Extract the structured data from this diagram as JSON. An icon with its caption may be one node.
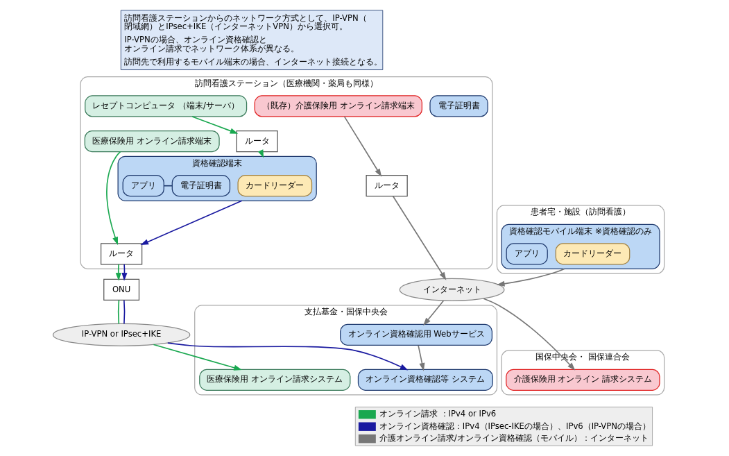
{
  "diagram": {
    "nodes": [
      {
        "text": [
          "訪問看護ステーション（医療機関・薬局も同様）"
        ]
      },
      {
        "text": [
          "医療保険用 オンライン請求端末"
        ],
        "in": 0
      },
      {
        "text": [
          "資格確認端末"
        ],
        "in": 0
      },
      {
        "text": [
          "カードリーダー"
        ],
        "in": 2
      },
      {
        "text": [
          "アプリ"
        ],
        "in": 2
      },
      {
        "text": [
          "電子証明書"
        ],
        "in": 2
      },
      {
        "text": [
          "ルータ"
        ],
        "in": 0
      },
      {
        "text": [
          "ルータ"
        ],
        "in": 0
      },
      {
        "text": [
          "レセプトコンピュータ （端末/サーバ）"
        ],
        "in": 0
      },
      {
        "text": [
          "（既存）介護保険用 オンライン請求端末"
        ],
        "in": 0
      },
      {
        "text": [
          "電子証明書"
        ],
        "in": 0
      },
      {
        "text": [
          "ルータ"
        ],
        "in": 0
      },
      {
        "text": [
          "ONU"
        ]
      },
      {
        "text": [
          "IP-VPN or IPsec+IKE"
        ]
      },
      {
        "text": [
          "支払基金・国保中央会"
        ]
      },
      {
        "text": [
          "医療保険用 オンライン請求システム"
        ],
        "in": 14
      },
      {
        "text": [
          "オンライン資格確認等 システム"
        ],
        "in": 14
      },
      {
        "text": [
          "オンライン資格確認用 Webサービス"
        ],
        "in": 14
      },
      {
        "text": [
          "国保中央会・ 国保連合会"
        ]
      },
      {
        "text": [
          "介護保険用 オンライン 請求システム"
        ],
        "in": 18
      },
      {
        "text": [
          "インターネット"
        ]
      },
      {
        "text": [
          "患者宅・施設（訪問看護）"
        ]
      },
      {
        "text": [
          "資格確認モバイル端末 ※資格確認のみ"
        ],
        "in": 21
      },
      {
        "text": [
          "カードリーダー"
        ],
        "in": 22
      },
      {
        "text": [
          "アプリ"
        ],
        "in": 22
      }
    ],
    "edges": [
      {
        "from": 4,
        "to": 5,
        "arrow": "none",
        "color": "#1f3a6e"
      },
      {
        "from": 1,
        "to": 6,
        "arrow": "to",
        "color": "#1aa850"
      },
      {
        "from": 2,
        "to": 6,
        "arrow": "to",
        "color": "#1a1aa0"
      },
      {
        "from": 8,
        "to": 7,
        "arrow": "to",
        "color": "#1aa850"
      },
      {
        "from": 7,
        "to": 2,
        "arrow": "to",
        "color": "#1aa850"
      },
      {
        "from": 6,
        "to": 12,
        "arrow": "to",
        "color": "#1aa850"
      },
      {
        "from": 6,
        "to": 12,
        "arrow": "to",
        "color": "#1a1aa0"
      },
      {
        "from": 12,
        "to": 13,
        "arrow": "none",
        "color": "#1aa850"
      },
      {
        "from": 12,
        "to": 13,
        "arrow": "none",
        "color": "#1a1aa0"
      },
      {
        "from": 13,
        "to": 15,
        "arrow": "to",
        "color": "#1aa850"
      },
      {
        "from": 13,
        "to": 16,
        "arrow": "to",
        "color": "#1a1aa0"
      },
      {
        "from": 9,
        "to": 11,
        "arrow": "to",
        "color": "#777777"
      },
      {
        "from": 11,
        "to": 20,
        "arrow": "to",
        "color": "#777777"
      },
      {
        "from": 20,
        "to": 19,
        "arrow": "to",
        "color": "#777777"
      },
      {
        "from": 22,
        "to": 20,
        "arrow": "to",
        "color": "#777777"
      },
      {
        "from": 20,
        "to": 17,
        "arrow": "to",
        "color": "#777777"
      },
      {
        "from": 17,
        "to": 16,
        "arrow": "to",
        "color": "#777777"
      }
    ],
    "labels": [
      "訪問看護ステーションからのネットワーク方式として、IP-VPN（閉域網）とIPsec+IKE（インターネットVPN）から選択可。",
      "IP-VPNの場合、オンライン資格確認とオンライン請求でネットワーク体系が異なる。",
      "訪問先で利用するモバイル端末の場合、インターネット接続となる。"
    ],
    "legend": [
      {
        "text": "オンライン請求 ：IPv4 or IPv6"
      },
      {
        "text": "オンライン資格確認：IPv4（IPsec-IKEの場合）、IPv6（IP-VPNの場合）"
      },
      {
        "text": "介護オンライン請求/オンライン資格確認（モバイル）：インターネット"
      }
    ]
  }
}
